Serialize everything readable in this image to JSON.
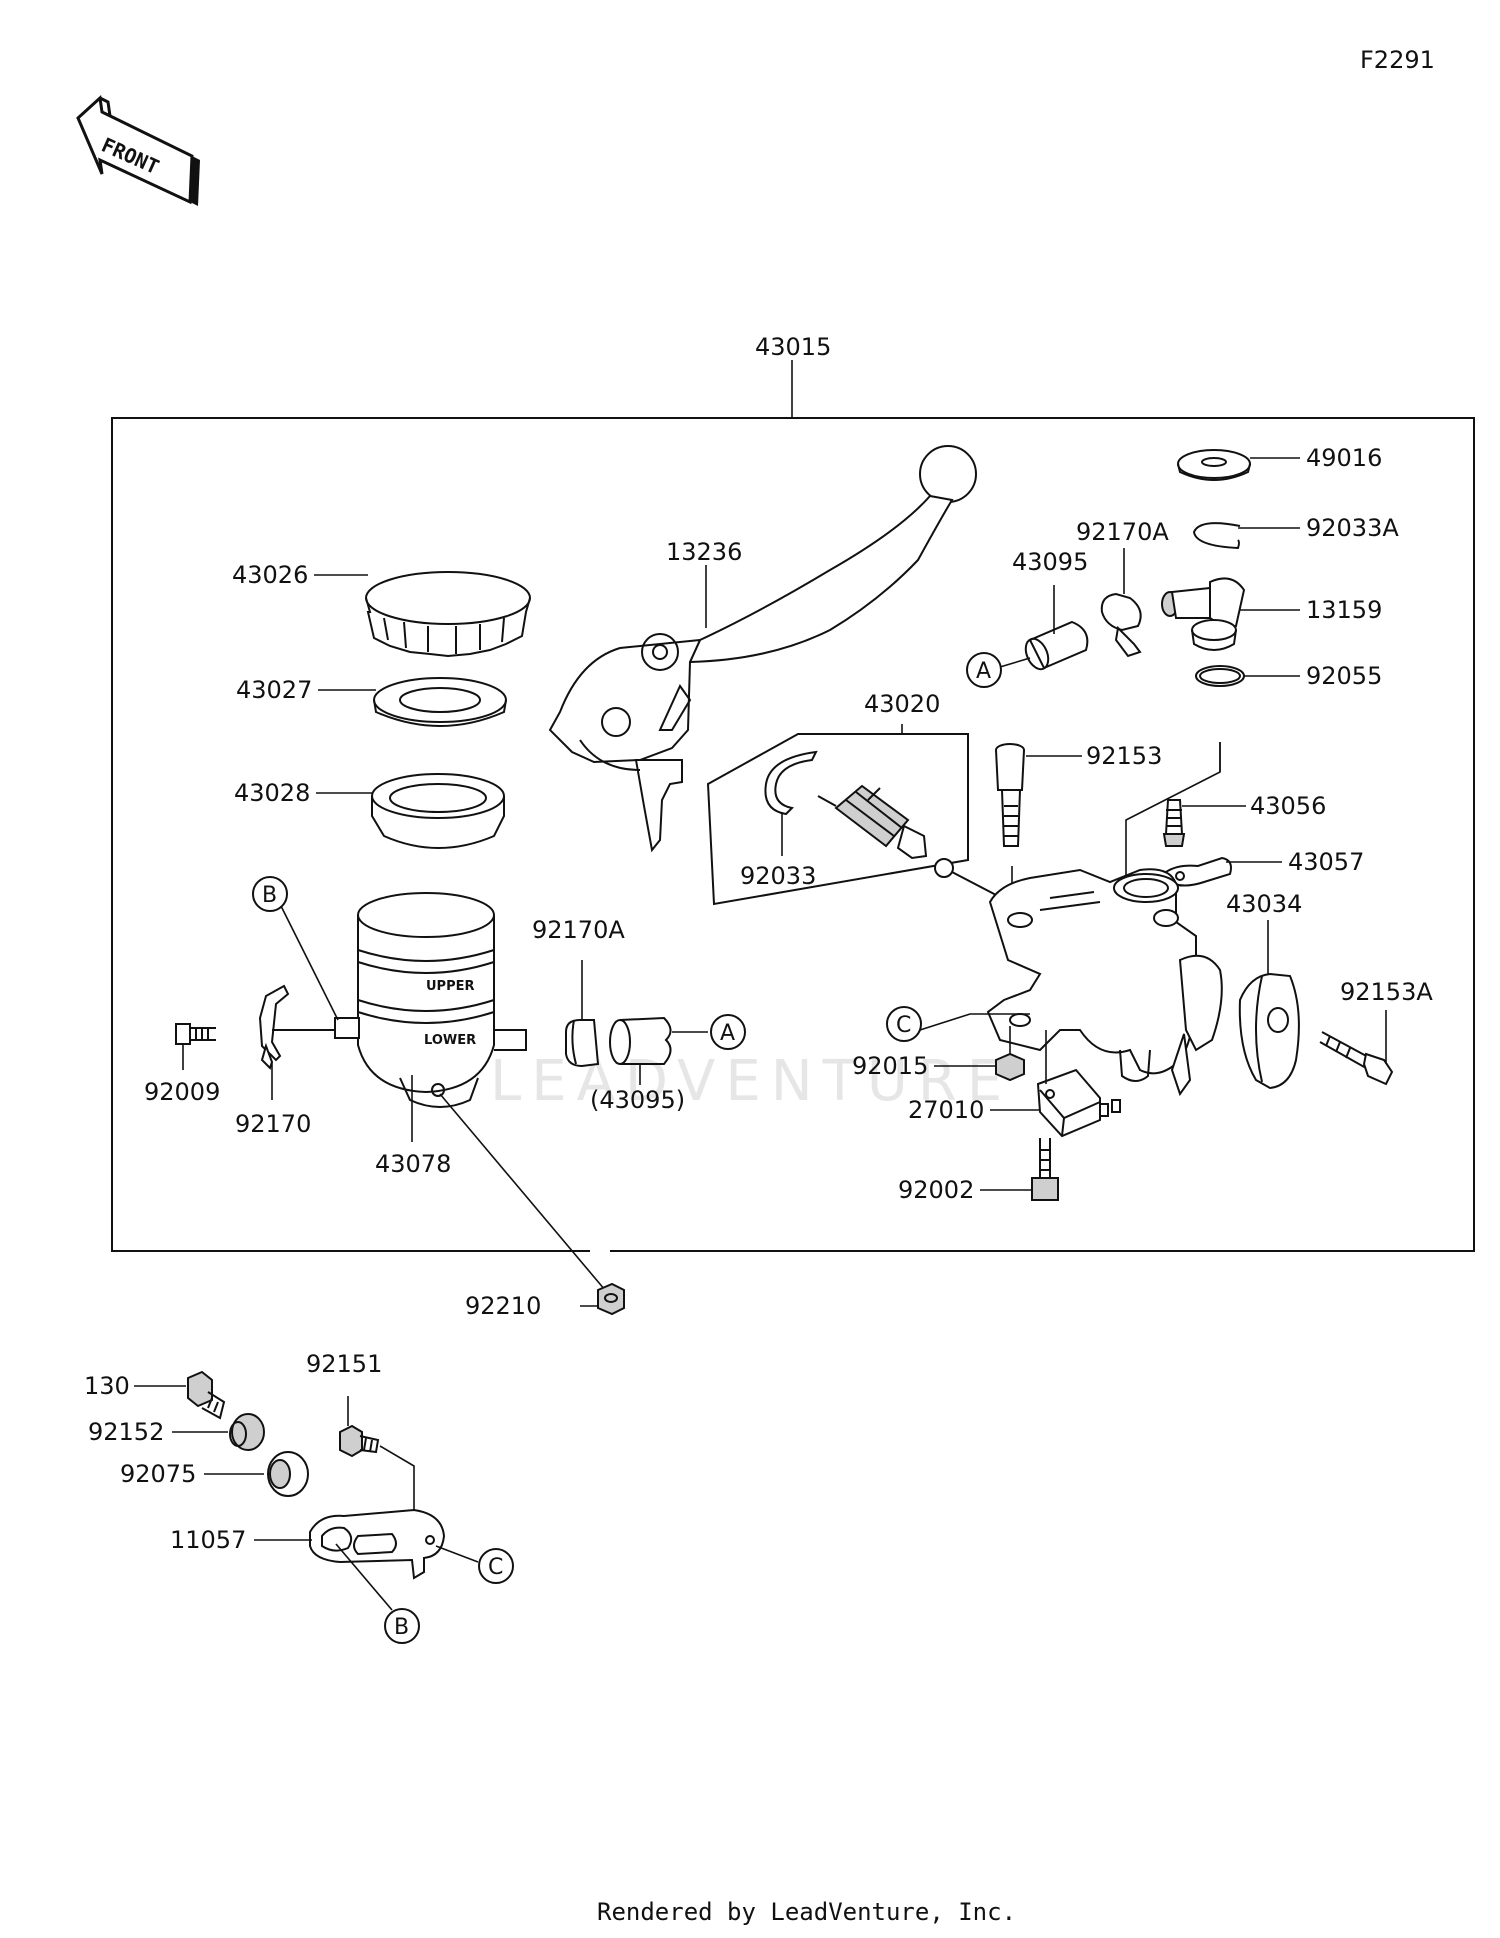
{
  "figure_code": "F2291",
  "front_arrow_text": "FRONT",
  "watermark": "LEADVENTURE",
  "footer": "Rendered by LeadVenture, Inc.",
  "assembly_label": "43015",
  "parts": {
    "p43026": "43026",
    "p43027": "43027",
    "p43028": "43028",
    "p13236": "13236",
    "p43095": "43095",
    "p92170A_top": "92170A",
    "p49016": "49016",
    "p92033A": "92033A",
    "p13159": "13159",
    "p92055": "92055",
    "p43020": "43020",
    "p92153": "92153",
    "p43056": "43056",
    "p43057": "43057",
    "p92033": "92033",
    "p43034": "43034",
    "p92153A": "92153A",
    "p92170A_mid": "92170A",
    "p43095_paren": "(43095)",
    "p92009": "92009",
    "p92170": "92170",
    "p43078": "43078",
    "p92015": "92015",
    "p27010": "27010",
    "p92002": "92002",
    "p92210": "92210",
    "p130": "130",
    "p92151": "92151",
    "p92152": "92152",
    "p92075": "92075",
    "p11057": "11057"
  },
  "callouts": {
    "A": "A",
    "B": "B",
    "C": "C"
  },
  "reservoir_text": {
    "upper": "UPPER",
    "lower": "LOWER"
  }
}
